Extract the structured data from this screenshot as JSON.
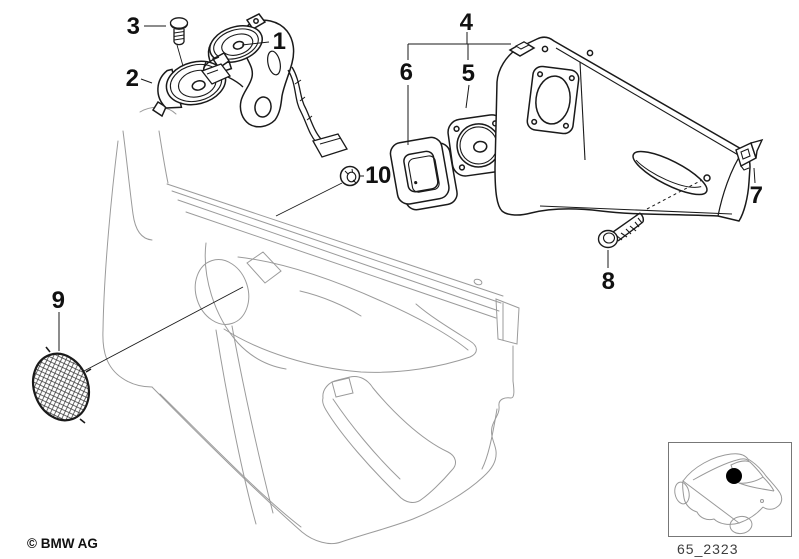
{
  "diagram": {
    "callouts": [
      {
        "number": "1",
        "part": "tweeter-with-bracket"
      },
      {
        "number": "2",
        "part": "tweeter"
      },
      {
        "number": "3",
        "part": "screw"
      },
      {
        "number": "4",
        "part": "speaker-carrier-bracket"
      },
      {
        "number": "5",
        "part": "midrange-speaker"
      },
      {
        "number": "6",
        "part": "speaker-gasket-frame"
      },
      {
        "number": "7",
        "part": "expanding-clip"
      },
      {
        "number": "8",
        "part": "screw"
      },
      {
        "number": "9",
        "part": "speaker-grille"
      },
      {
        "number": "10",
        "part": "grommet"
      }
    ],
    "footer": {
      "copyright": "© BMW AG",
      "code": "65_2323"
    },
    "inset": {
      "icon": "car-location-icon",
      "marker": "front-door-location-dot"
    },
    "colors": {
      "background": "#ffffff",
      "part_line": "#1a1a1a",
      "panel_line": "#9b9b9b",
      "label_text": "#111111",
      "code_text": "#3d3d3d"
    }
  }
}
